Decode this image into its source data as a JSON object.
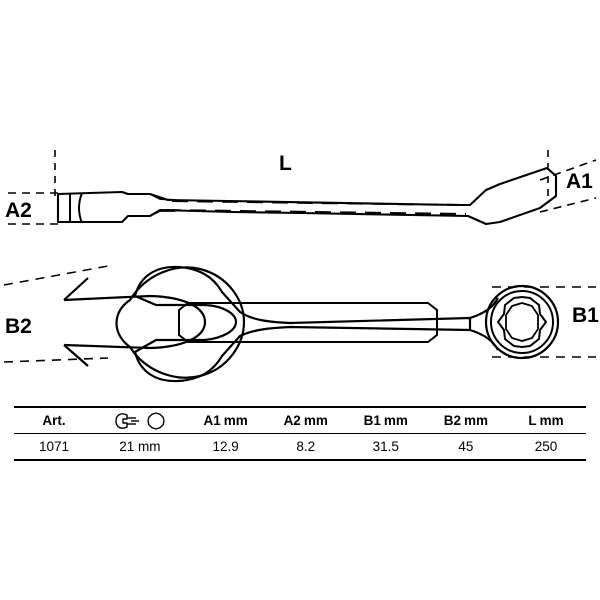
{
  "document": {
    "kind": "technical-dimension-drawing",
    "subject": "Combination spanner / wrench",
    "background_color": "#ffffff",
    "line_color": "#000000"
  },
  "views": {
    "side_view": {
      "name": "edge-view",
      "labels": [
        {
          "id": "L",
          "text": "L"
        },
        {
          "id": "A1",
          "text": "A1"
        },
        {
          "id": "A2",
          "text": "A2"
        }
      ]
    },
    "plan_view": {
      "name": "face-view",
      "labels": [
        {
          "id": "B1",
          "text": "B1"
        },
        {
          "id": "B2",
          "text": "B2"
        }
      ]
    }
  },
  "dimension_labels": {
    "L": "L",
    "A1": "A1",
    "A2": "A2",
    "B1": "B1",
    "B2": "B2"
  },
  "table": {
    "columns": [
      {
        "key": "art",
        "label": "Art.",
        "unit": ""
      },
      {
        "key": "size",
        "label": "",
        "unit": "",
        "icon": "wrench-open-end-and-ring-icon"
      },
      {
        "key": "a1",
        "label": "A1",
        "unit": "mm"
      },
      {
        "key": "a2",
        "label": "A2",
        "unit": "mm"
      },
      {
        "key": "b1",
        "label": "B1",
        "unit": "mm"
      },
      {
        "key": "b2",
        "label": "B2",
        "unit": "mm"
      },
      {
        "key": "l",
        "label": "L",
        "unit": "mm"
      }
    ],
    "rows": [
      {
        "art": "1071",
        "size": "21 mm",
        "a1": "12.9",
        "a2": "8.2",
        "b1": "31.5",
        "b2": "45",
        "l": "250"
      }
    ]
  },
  "chart_data": {
    "type": "table",
    "title": "",
    "categories": [
      "Art.",
      "Size",
      "A1 mm",
      "A2 mm",
      "B1 mm",
      "B2 mm",
      "L mm"
    ],
    "series": [
      {
        "name": "1071",
        "values": [
          "1071",
          "21 mm",
          12.9,
          8.2,
          31.5,
          45,
          250
        ]
      }
    ]
  }
}
